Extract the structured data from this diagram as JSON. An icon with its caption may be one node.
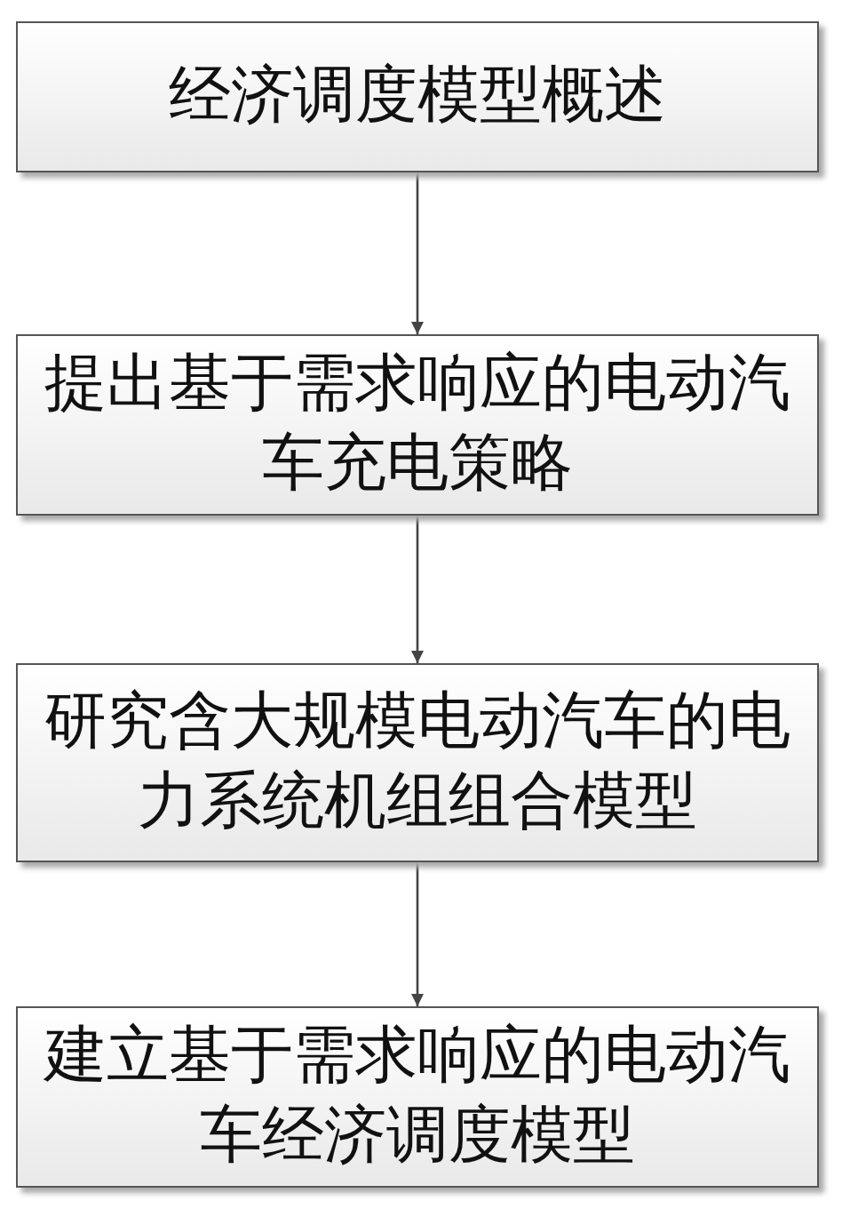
{
  "diagram": {
    "nodes": [
      {
        "text": [
          "经济调度模型概述"
        ]
      },
      {
        "text": [
          "提出基于需求响应的电动汽车充电策略"
        ]
      },
      {
        "text": [
          "研究含大规模电动汽车的电力系统机组组合模型"
        ]
      },
      {
        "text": [
          "建立基于需求响应的电动汽车经济调度模型"
        ]
      }
    ],
    "edges": [
      {
        "from": 0,
        "to": 1,
        "arrow": "to"
      },
      {
        "from": 1,
        "to": 2,
        "arrow": "to"
      },
      {
        "from": 2,
        "to": 3,
        "arrow": "to"
      }
    ]
  }
}
